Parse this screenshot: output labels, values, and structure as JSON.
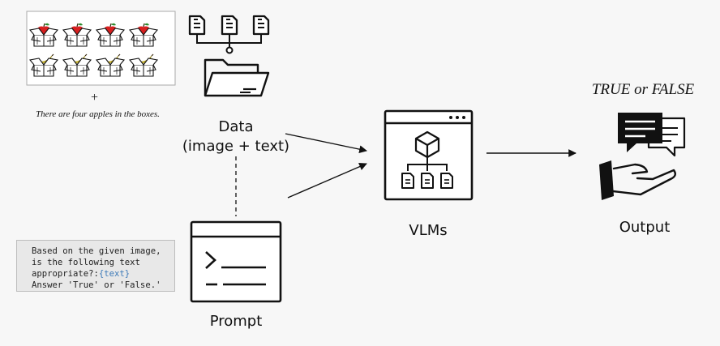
{
  "example_caption": "There are four apples in the boxes.",
  "plus_sign": "+",
  "data_label_line1": "Data",
  "data_label_line2": "(image + text)",
  "prompt_label": "Prompt",
  "vlms_label": "VLMs",
  "output_label": "Output",
  "output_value": "TRUE or FALSE",
  "prompt_text": {
    "line1": "Based on the given image,",
    "line2": "is the following text",
    "line3_prefix": "appropriate?:",
    "line3_placeholder": "{text}",
    "line4": "Answer 'True' or 'False.'"
  },
  "colors": {
    "apple": "#d81f1f",
    "banana": "#f0d21c",
    "ink": "#111111",
    "placeholder": "#3d7ab8"
  },
  "icons": {
    "top_row": "apple-box-icon",
    "bottom_row": "banana-box-icon",
    "data": "documents-folder-icon",
    "prompt": "terminal-window-icon",
    "vlm": "model-window-icon",
    "output": "chat-hand-icon"
  }
}
